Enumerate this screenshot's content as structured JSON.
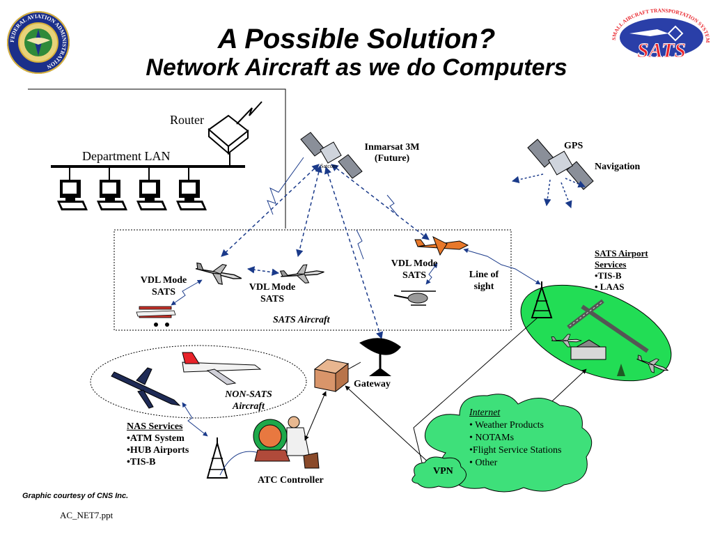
{
  "title": "A Possible Solution?",
  "subtitle": "Network Aircraft as we do Computers",
  "logos": {
    "faa_text": "FEDERAL AVIATION ADMINISTRATION",
    "sats_arc_text": "SMALL AIRCRAFT TRANSPORTATION SYSTEM",
    "sats_text": "SATS"
  },
  "labels": {
    "router": "Router",
    "department_lan": "Department LAN",
    "satcom": "Satcom",
    "inmarsat_line1": "Inmarsat 3M",
    "inmarsat_line2": "(Future)",
    "gps": "GPS",
    "navigation": "Navigation",
    "vdl_left_line1": "VDL Mode",
    "vdl_left_line2": "SATS",
    "vdl_mid_line1": "VDL Mode",
    "vdl_mid_line2": "SATS",
    "vdl_right_line1": "VDL Mode",
    "vdl_right_line2": "SATS",
    "line_of_sight_line1": "Line of",
    "line_of_sight_line2": "sight",
    "sats_aircraft": "SATS Aircraft",
    "non_sats_line1": "NON-SATS",
    "non_sats_line2": "Aircraft",
    "gateway": "Gateway",
    "atc_controller": "ATC Controller",
    "vpn": "VPN",
    "credit": "Graphic courtesy of CNS Inc.",
    "filename": "AC_NET7.ppt"
  },
  "sats_airport": {
    "heading_line1": "SATS Airport",
    "heading_line2": "Services",
    "items": [
      "•TIS-B",
      "• LAAS"
    ]
  },
  "nas_services": {
    "heading": "NAS Services",
    "items": [
      "ATM System",
      "HUB Airports",
      "TIS-B"
    ]
  },
  "internet": {
    "heading": "Internet",
    "items": [
      "• Weather Products",
      "• NOTAMs",
      "•Flight Service Stations",
      "• Other"
    ]
  },
  "colors": {
    "airport_green": "#22dd55",
    "cloud_green": "#3ee07a",
    "link_blue": "#1a3a8a",
    "gateway_box": "#d9956a",
    "sats_red": "#e8232a",
    "sats_blue": "#2a3fa8",
    "faa_blue": "#1b2f8a",
    "faa_gold": "#d9b23a"
  }
}
